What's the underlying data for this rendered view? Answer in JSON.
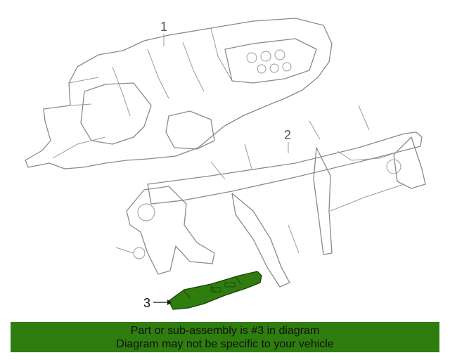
{
  "callouts": {
    "c1": "1",
    "c2": "2",
    "c3": "3"
  },
  "banner": {
    "line1": "Part or sub-assembly is #3 in diagram",
    "line2": "Diagram may not be specific to your vehicle"
  },
  "colors": {
    "highlight": "#2e7d0e",
    "outline": "#8a8a8a"
  }
}
